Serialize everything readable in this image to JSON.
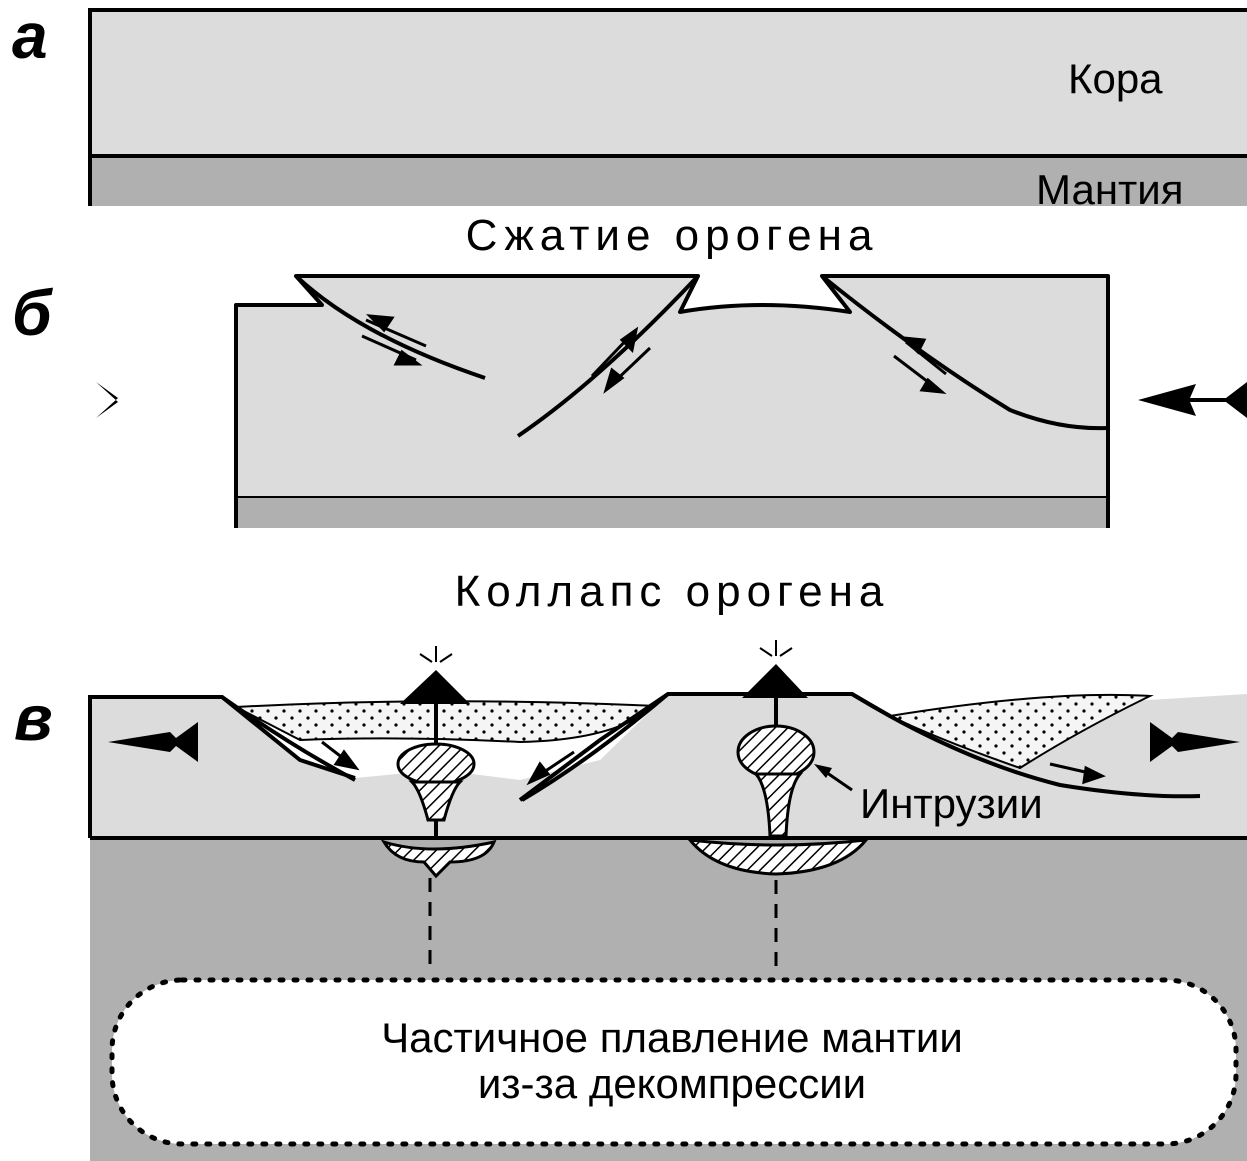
{
  "panels": {
    "a": {
      "letter": "а",
      "crust_label": "Кора",
      "mantle_label": "Мантия"
    },
    "b": {
      "letter": "б",
      "title": "Сжатие орогена"
    },
    "c": {
      "letter": "в",
      "title": "Коллапс орогена",
      "intrusions_label": "Интрузии",
      "melting_note_line1": "Частичное плавление  мантии",
      "melting_note_line2": "из-за декомпрессии"
    }
  },
  "colors": {
    "crust": "#dcdcdc",
    "mantle": "#b0b0b0",
    "sediment": "#f3f3f3",
    "line": "#000000"
  }
}
